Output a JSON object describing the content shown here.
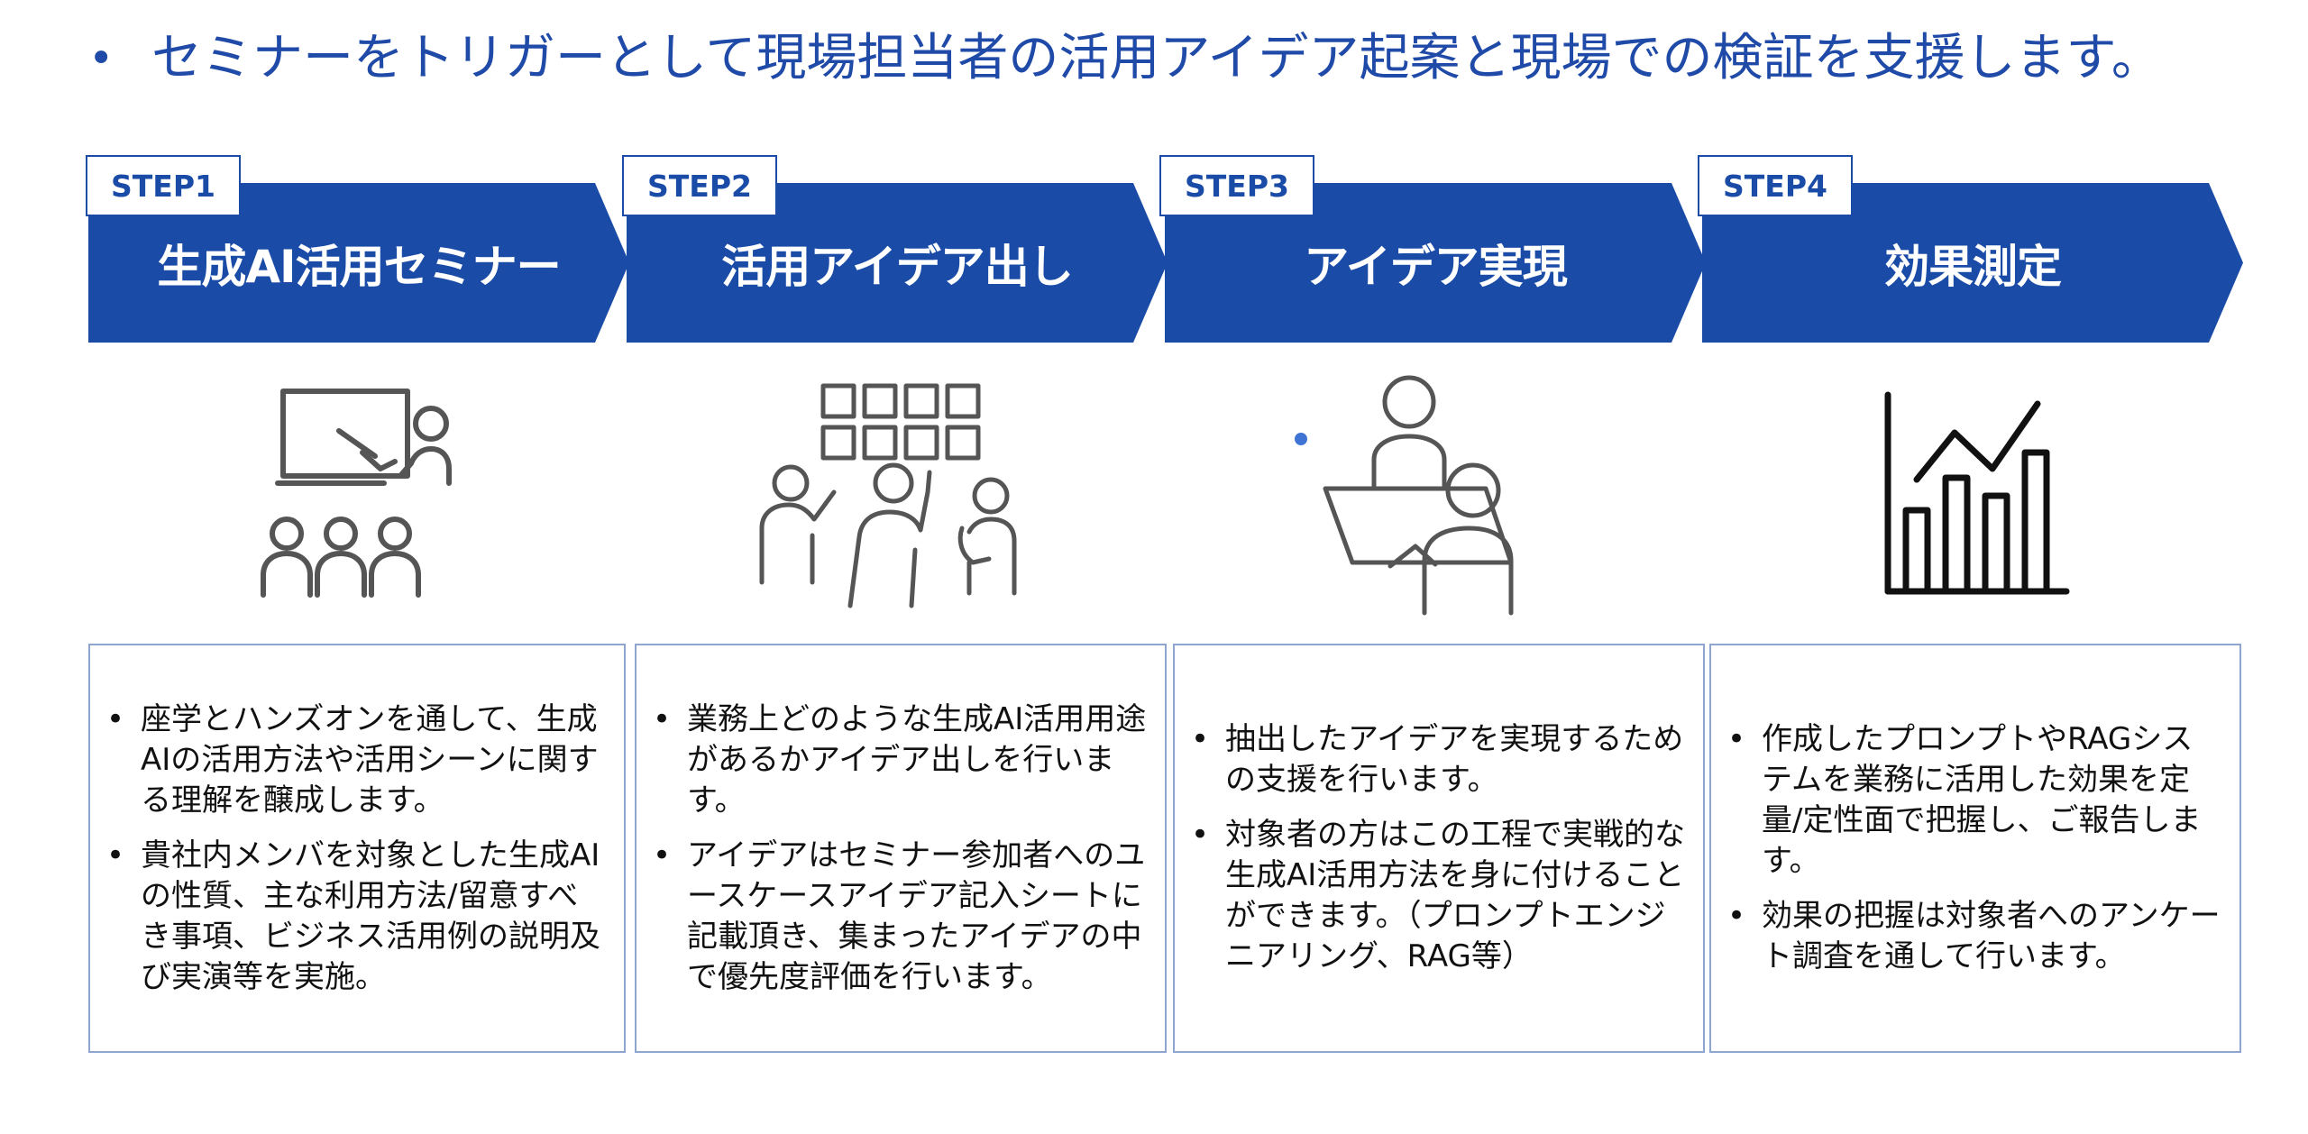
{
  "header": {
    "bullet": "•",
    "text": "セミナーをトリガーとして現場担当者の活用アイデア起案と現場での検証を支援します。"
  },
  "colors": {
    "brand_blue": "#1a4ca7",
    "headline_blue": "#1f4aa8",
    "card_border": "#8ea6cf",
    "text": "#111111",
    "accent_dot": "#3f74d5"
  },
  "steps": [
    {
      "tag": "STEP1",
      "title": "生成AI活用セミナー",
      "icon": "teacher-presentation-icon",
      "bullets": [
        "座学とハンズオンを通して、生成AIの活用方法や活用シーンに関する理解を醸成します。",
        "貴社内メンバを対象とした生成AIの性質、主な利用方法/留意すべき事項、ビジネス活用例の説明及び実演等を実施。"
      ]
    },
    {
      "tag": "STEP2",
      "title": "活用アイデア出し",
      "icon": "brainstorm-notes-icon",
      "bullets": [
        "業務上どのような生成AI活用用途があるかアイデア出しを行います。",
        "アイデアはセミナー参加者へのユースケースアイデア記入シートに記載頂き、集まったアイデアの中で優先度評価を行います。"
      ]
    },
    {
      "tag": "STEP3",
      "title": "アイデア実現",
      "icon": "meeting-table-icon",
      "bullets": [
        "抽出したアイデアを実現するための支援を行います。",
        "対象者の方はこの工程で実戦的な生成AI活用方法を身に付けることができます。（プロンプトエンジニアリング、RAG等）"
      ]
    },
    {
      "tag": "STEP4",
      "title": "効果測定",
      "icon": "growth-chart-icon",
      "bullets": [
        "作成したプロンプトやRAGシステムを業務に活用した効果を定量/定性面で把握し、ご報告します。",
        "効果の把握は対象者へのアンケート調査を通して行います。"
      ]
    }
  ]
}
